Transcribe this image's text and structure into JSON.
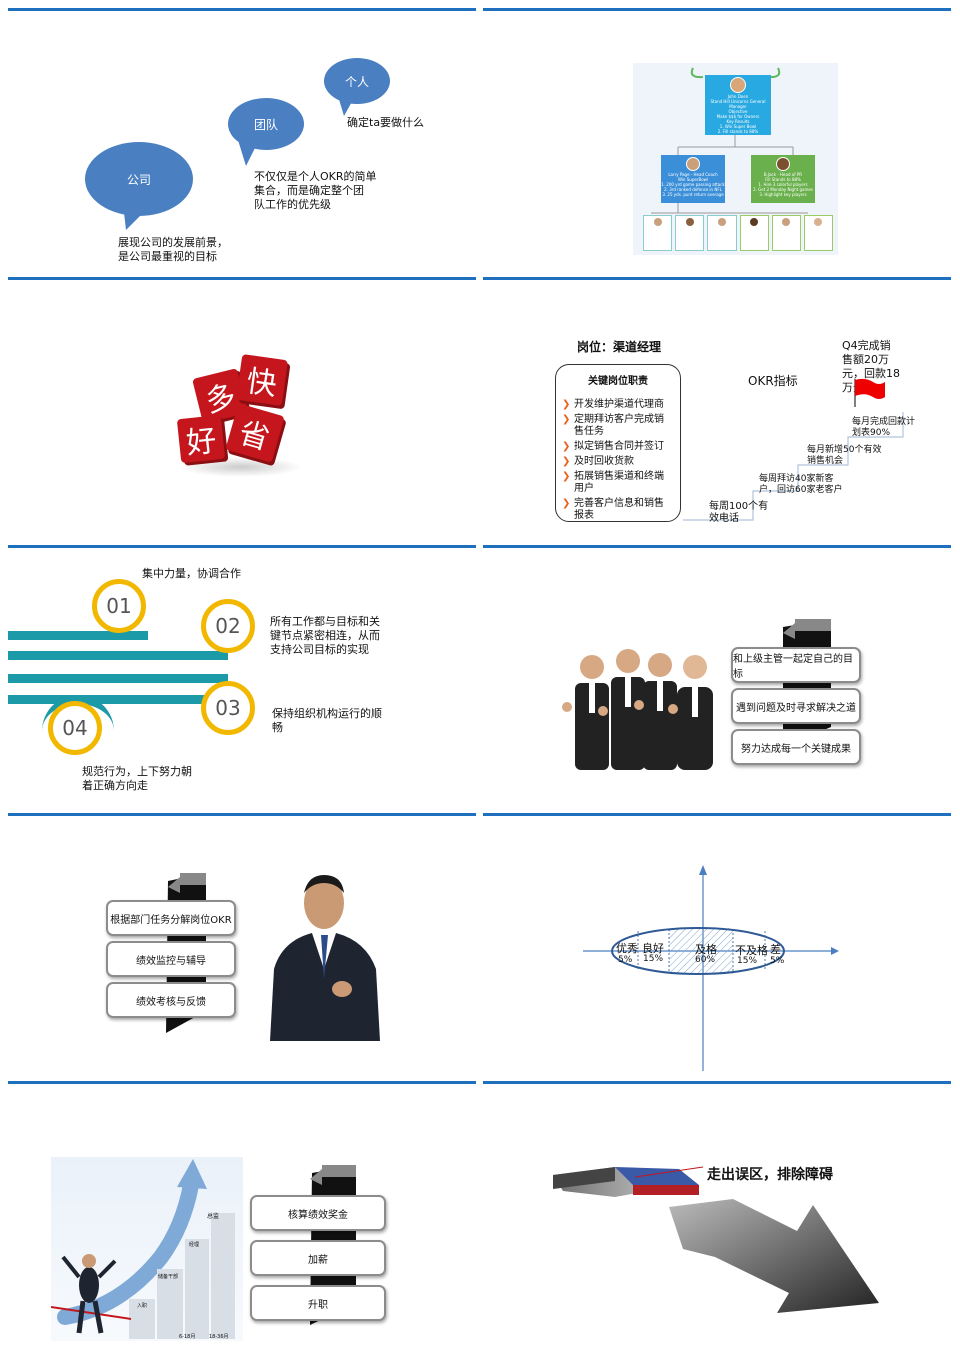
{
  "s1": {
    "bubble_company": "公司",
    "bubble_team": "团队",
    "bubble_person": "个人",
    "text_person": "确定ta要做什么",
    "text_team": [
      "不仅仅是个人OKR的简单",
      "集合，而是确定整个团",
      "队工作的优先级"
    ],
    "text_company": [
      "展现公司的发展前景，",
      "是公司最重视的目标"
    ]
  },
  "s2": {
    "top_name": "John Doen",
    "top_role": "Stand Hill Unicorns General Manager",
    "top_obj": "Objective",
    "top_obj_text": "Make $$$ for Owners",
    "top_kr": "Key Results",
    "top_kr1": "1. Win Super Bowl",
    "top_kr2": "2. Fill stands to 88%",
    "left_name": "Larry Page - Head Coach",
    "left_obj": "Win SuperBowl",
    "left_kr1": "1. 200 yrd game passing attack",
    "left_kr2": "2. 3rd ranked defense in NFL",
    "left_kr3": "3. 25 yds. punt return average",
    "right_name": "B.Jack - Head of PR",
    "right_obj": "Fill Stands to 88%",
    "right_kr1": "1. Hire 3 colorful players",
    "right_kr2": "2. Get 2 Monday Night games",
    "right_kr3": "3. Highlight key players"
  },
  "s3": {
    "chars": [
      "多",
      "快",
      "好",
      "省"
    ]
  },
  "s4": {
    "title": "岗位：渠道经理",
    "box_title": "关键岗位职责",
    "duties": [
      "开发维护渠道代理商",
      "定期拜访客户完成销售任务",
      "拟定销售合同并签订",
      "及时回收货款",
      "拓展销售渠道和终端用户",
      "完善客户信息和销售报表"
    ],
    "okr_label": "OKR指标",
    "goal": [
      "Q4完成销",
      "售额20万",
      "元，回款18",
      "万元"
    ],
    "steps": [
      [
        "每周100个有",
        "效电话"
      ],
      [
        "每周拜访40家新客",
        "户，回访60家老客户"
      ],
      [
        "每月新增50个有效",
        "销售机会"
      ],
      [
        "每月完成回款计",
        "划表90%"
      ]
    ]
  },
  "s5": {
    "n1": "01",
    "n2": "02",
    "n3": "03",
    "n4": "04",
    "t1": "集中力量，协调合作",
    "t2": [
      "所有工作都与目标和关",
      "键节点紧密相连，从而",
      "支持公司目标的实现"
    ],
    "t3": [
      "保持组织机构运行的顺",
      "畅"
    ],
    "t4": [
      "规范行为，上下努力朝",
      "着正确方向走"
    ]
  },
  "s6": {
    "boxes": [
      "和上级主管一起定自己的目标",
      "遇到问题及时寻求解决之道",
      "努力达成每一个关键成果"
    ]
  },
  "s7": {
    "boxes": [
      "根据部门任务分解岗位OKR",
      "绩效监控与辅导",
      "绩效考核与反馈"
    ]
  },
  "s8": {
    "labels": [
      "优秀",
      "良好",
      "及格",
      "不及格",
      "差"
    ],
    "pcts": [
      "5%",
      "15%",
      "60%",
      "15%",
      "5%"
    ]
  },
  "s9": {
    "boxes": [
      "核算绩效奖金",
      "加薪",
      "升职"
    ],
    "bars": [
      "入职",
      "储备干部",
      "经理",
      "总监"
    ],
    "axis": [
      "6-18月",
      "18-36月"
    ]
  },
  "s10": {
    "title": "走出误区，排除障碍"
  },
  "colors": {
    "rule": "#1f6fbf",
    "bubble": "#4a7fc1",
    "teal": "#1d9aa8",
    "ring": "#f2b800",
    "orange": "#e8611a",
    "red": "#c4161c"
  }
}
